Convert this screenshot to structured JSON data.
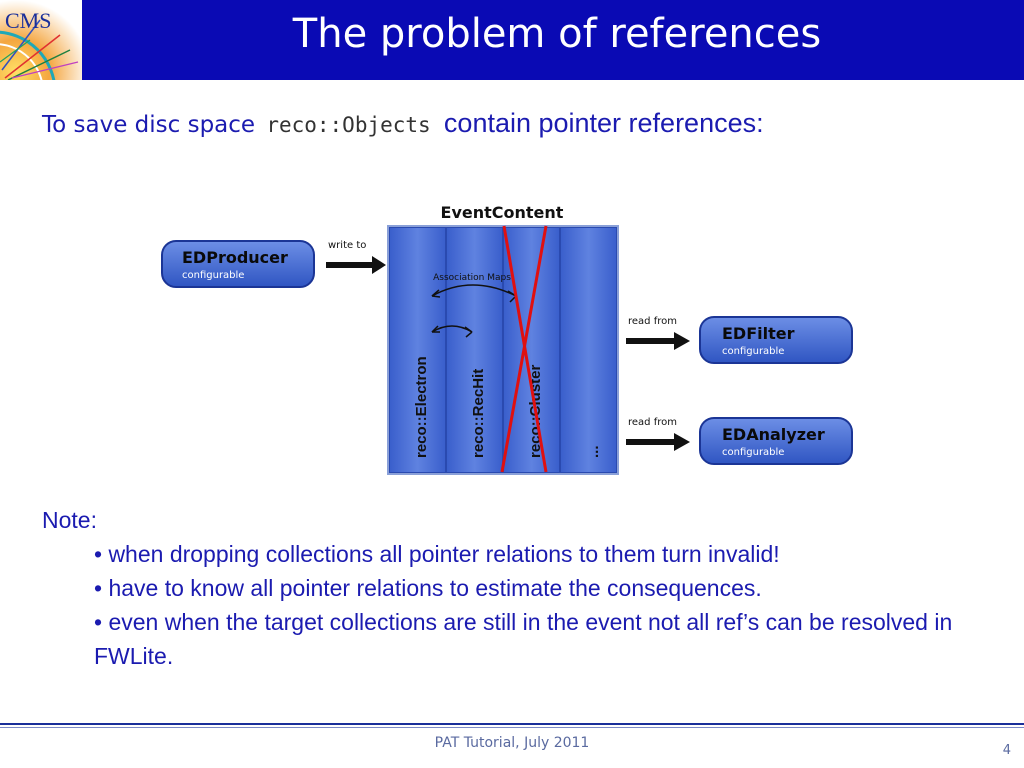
{
  "header": {
    "logo_text": "CMS",
    "title": "The problem of references"
  },
  "intro": {
    "prefix": "To save disc space",
    "code": "reco::Objects",
    "suffix": "contain pointer references:"
  },
  "diagram": {
    "event_content_label": "EventContent",
    "producer": {
      "name": "EDProducer",
      "sub": "configurable",
      "arrow_label": "write to"
    },
    "consumers": [
      {
        "name": "EDFilter",
        "sub": "configurable",
        "arrow_label": "read from"
      },
      {
        "name": "EDAnalyzer",
        "sub": "configurable",
        "arrow_label": "read from"
      }
    ],
    "association_maps_label": "Association Maps",
    "columns": [
      "reco::Electron",
      "reco::RecHit",
      "reco::Cluster",
      "..."
    ],
    "colors": {
      "panel": "#4a6fd6",
      "panel_dark": "#2a4ab0",
      "cross": "#e01010",
      "box_fill": "#3a62c8"
    }
  },
  "note": {
    "heading": "Note:",
    "bullets": [
      "• when dropping collections all pointer relations to them turn invalid!",
      "• have to know all pointer relations to estimate the consequences.",
      "• even when the target collections are still in the event not all ref’s can be resolved in FWLite."
    ]
  },
  "footer": {
    "text": "PAT Tutorial, July 2011",
    "page_number": "4"
  }
}
